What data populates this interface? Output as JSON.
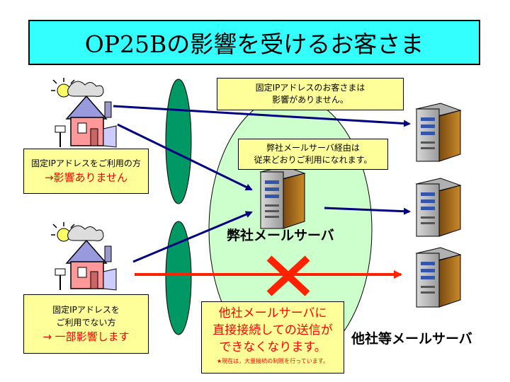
{
  "title": "OP25Bの影響を受けるお客さま",
  "note_top": {
    "line1": "固定IPアドレスのお客さまは",
    "line2": "影響がありません。"
  },
  "note_mid": {
    "line1": "弊社メールサーバ経由は",
    "line2": "従来どおりご利用になれます。"
  },
  "customer_fixed": {
    "line1": "固定IPアドレスをご利用の方",
    "line2": "→影響ありません"
  },
  "customer_nonfixed": {
    "line1": "固定IPアドレスを",
    "line2": "ご利用でない方",
    "line3": "→ 一部影響します"
  },
  "our_server_label": "弊社メールサーバ",
  "other_server_label": "他社等メールサーバ",
  "other_box": {
    "line1": "他社メールサーバに",
    "line2": "直接接続しての送信が",
    "line3": "できなくなります。",
    "note": "★現在は，大量接続の制限を行っています。"
  },
  "colors": {
    "title_bg": "#33ffff",
    "note_bg": "#ffff99",
    "arrow_blue": "#000080",
    "arrow_red": "#ff2200",
    "ellipse_green": "#009966",
    "big_ellipse": "#ccffcc"
  }
}
